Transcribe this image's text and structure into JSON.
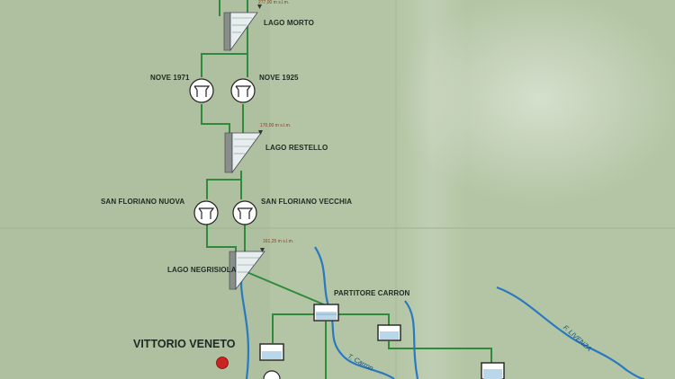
{
  "plants": {
    "nove_1971": "NOVE 1971",
    "nove_1925": "NOVE 1925",
    "san_floriano_nuova": "SAN FLORIANO NUOVA",
    "san_floriano_vecchia": "SAN FLORIANO VECCHIA"
  },
  "reservoirs": {
    "lago_morto": "LAGO MORTO",
    "lago_morto_elev": "277,00 m s.l.m.",
    "lago_restello": "LAGO RESTELLO",
    "lago_restello_elev": "170,00 m s.l.m.",
    "lago_negrisiola": "LAGO NEGRISIOLA",
    "lago_negrisiola_elev": "161,25 m s.l.m."
  },
  "other": {
    "partitore": "PARTITORE CARRON",
    "city": "VITTORIO VENETO",
    "river_carron": "T. Carron",
    "river_livenza": "F. LIVENZA"
  },
  "colors": {
    "background": "#b4c6a6",
    "pipe": "#2f8a3c",
    "river": "#2a78bf",
    "city_marker": "#cc2222",
    "text": "#1e2a22",
    "elevation_text": "#8a3a1a"
  }
}
